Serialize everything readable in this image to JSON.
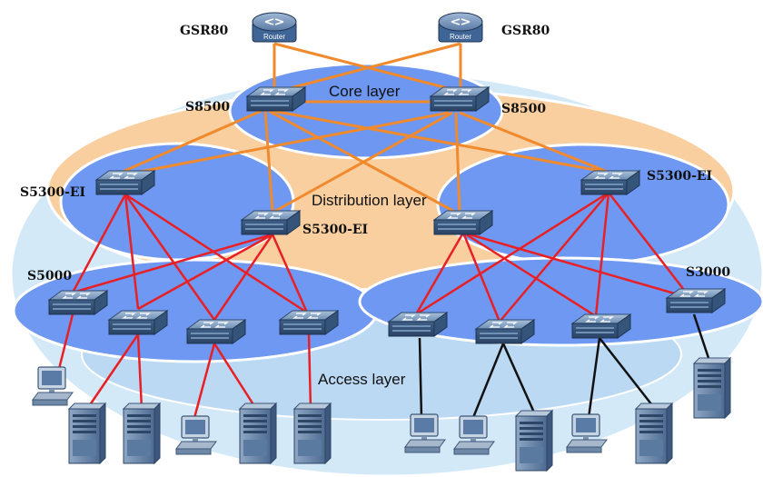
{
  "colors": {
    "outer_fill": "#d3e9f8",
    "distribution_fill": "#f9cfa0",
    "core_fill": "#6d97f0",
    "access_fill": "#6f98f2",
    "inner_access_fill": "#bcd9f3",
    "orange_link": "#f08a2c",
    "red_link": "#e82026",
    "black_link": "#111111"
  },
  "layers": {
    "core": "Core layer",
    "distribution": "Distribution layer",
    "access": "Access layer"
  },
  "routers": [
    {
      "name": "GSR80",
      "caption": "Router"
    },
    {
      "name": "GSR80",
      "caption": "Router"
    }
  ],
  "core_switches": [
    "S8500",
    "S8500"
  ],
  "distribution_switches": [
    "S5300-EI",
    "S5300-EI",
    "S5300-EI"
  ],
  "access_switches": [
    "S5000",
    "S3000"
  ],
  "icons": [
    "router-icon",
    "switch-icon",
    "server-icon",
    "desktop-pc-icon"
  ]
}
